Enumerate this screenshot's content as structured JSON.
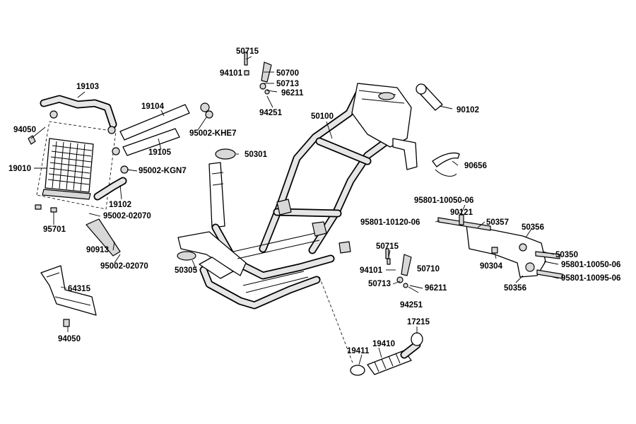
{
  "labels": {
    "l50715a": "50715",
    "l94101a": "94101",
    "l50700": "50700",
    "l50713a": "50713",
    "l96211a": "96211",
    "l94251a": "94251",
    "l19103": "19103",
    "l19104": "19104",
    "l95002khe7": "95002-KHE7",
    "l94050a": "94050",
    "l19010": "19010",
    "l19105": "19105",
    "l50301": "50301",
    "l95002kgn7": "95002-KGN7",
    "l19102": "19102",
    "l95701": "95701",
    "l95002_02070a": "95002-02070",
    "l90913": "90913",
    "l95002_02070b": "95002-02070",
    "l50100": "50100",
    "l90102": "90102",
    "l90656": "90656",
    "l95801_10050_06a": "95801-10050-06",
    "l90121": "90121",
    "l95801_10120_06": "95801-10120-06",
    "l50357": "50357",
    "l50356a": "50356",
    "l50715b": "50715",
    "l50350": "50350",
    "l94101b": "94101",
    "l50710": "50710",
    "l90304": "90304",
    "l95801_10050_06b": "95801-10050-06",
    "l50713b": "50713",
    "l96211b": "96211",
    "l50356b": "50356",
    "l95801_10095_06": "95801-10095-06",
    "l50305": "50305",
    "l64315": "64315",
    "l94251b": "94251",
    "l17215": "17215",
    "l94050b": "94050",
    "l19411": "19411",
    "l19410": "19410"
  }
}
